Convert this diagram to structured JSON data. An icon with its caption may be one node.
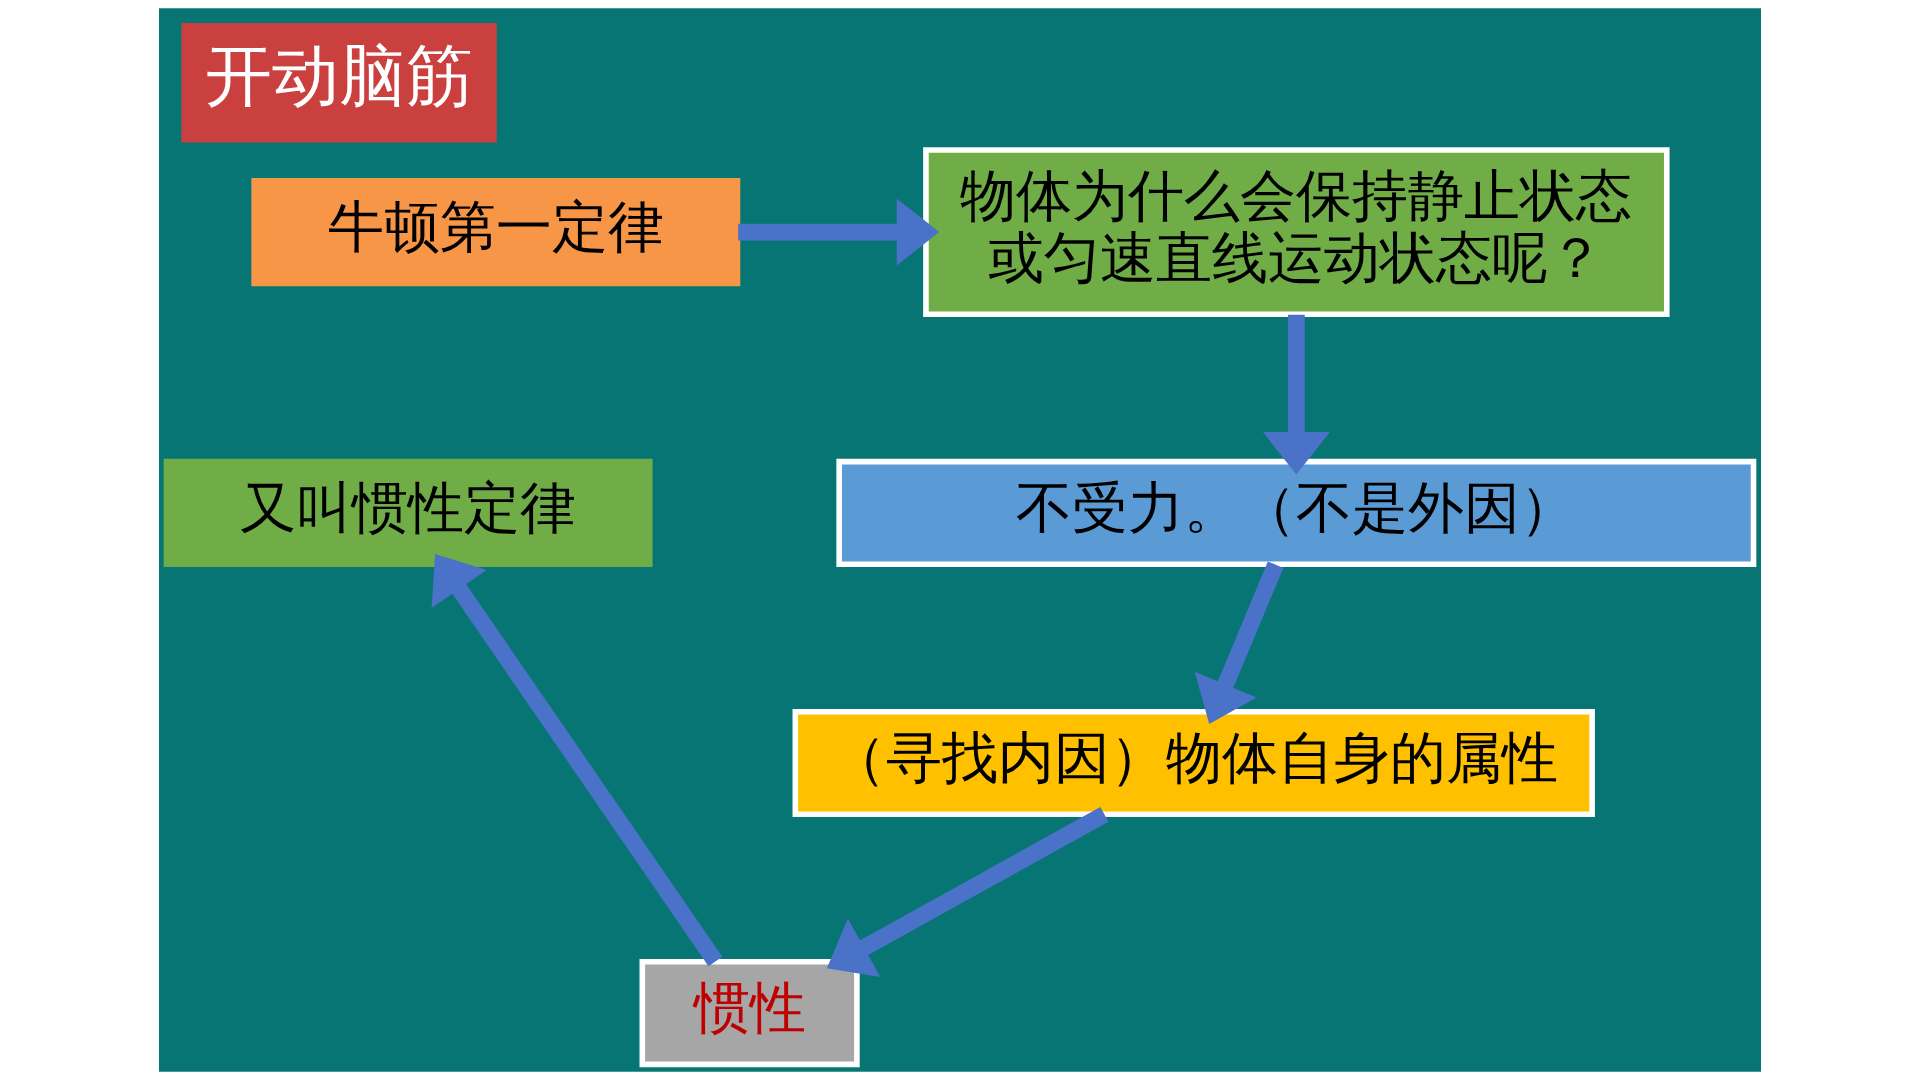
{
  "diagram": {
    "title": "开动脑筋",
    "nodes": [
      {
        "text": [
          "牛顿第一定律"
        ]
      },
      {
        "text": [
          "又叫惯性定律"
        ]
      },
      {
        "text": [
          "物体为什么会保持静止状态或匀速直线运动状态呢？"
        ]
      },
      {
        "text": [
          "不受力。（不是外因）"
        ]
      },
      {
        "text": [
          "（寻找内因）物体自身的属性"
        ]
      },
      {
        "text": [
          "惯性"
        ]
      }
    ],
    "edges": [
      {
        "from": 0,
        "to": 2,
        "arrow": "to"
      },
      {
        "from": 2,
        "to": 3,
        "arrow": "to"
      },
      {
        "from": 3,
        "to": 4,
        "arrow": "to"
      },
      {
        "from": 4,
        "to": 5,
        "arrow": "to"
      },
      {
        "from": 5,
        "to": 1,
        "arrow": "to"
      }
    ]
  }
}
